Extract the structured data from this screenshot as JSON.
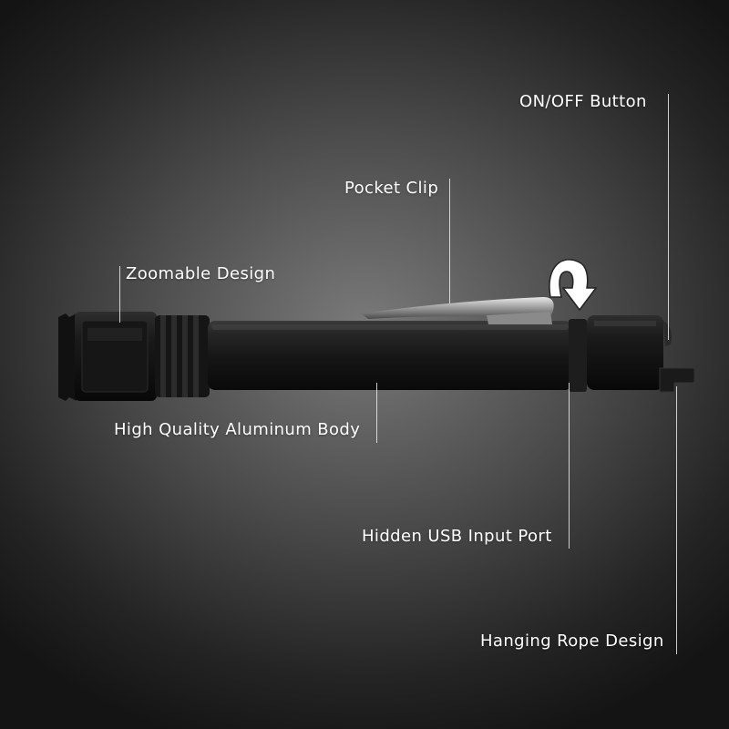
{
  "callouts": {
    "on_off_button": "ON/OFF Button",
    "pocket_clip": "Pocket Clip",
    "zoomable_design": "Zoomable Design",
    "aluminum_body": "High Quality Aluminum Body",
    "usb_port": "Hidden USB Input Port",
    "hanging_rope": "Hanging Rope Design"
  },
  "colors": {
    "label_text": "#ffffff",
    "flashlight_body": "#1c1c1c",
    "arrow": "#ffffff"
  }
}
